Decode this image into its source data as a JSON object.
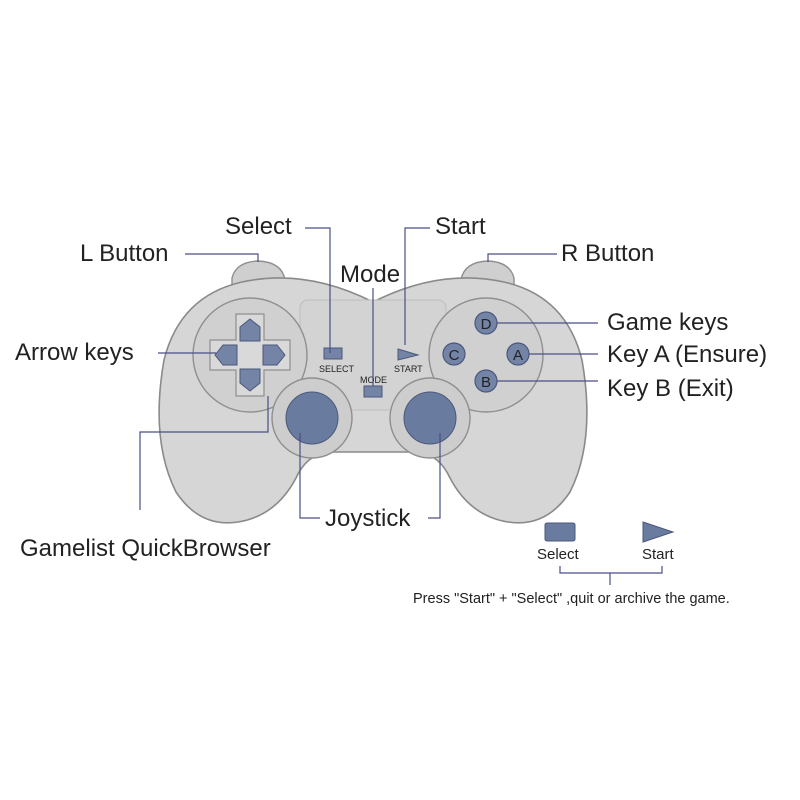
{
  "callouts": {
    "select": "Select",
    "start": "Start",
    "l_button": "L Button",
    "r_button": "R Button",
    "mode": "Mode",
    "game_keys": "Game keys",
    "arrow_keys": "Arrow keys",
    "key_a": "Key A (Ensure)",
    "key_b": "Key B (Exit)",
    "joystick": "Joystick",
    "gamelist": "Gamelist QuickBrowser"
  },
  "controller": {
    "select_label": "SELECT",
    "start_label": "START",
    "mode_label": "MODE",
    "buttons": {
      "top": "D",
      "left": "C",
      "right": "A",
      "bottom": "B"
    }
  },
  "legend": {
    "select": "Select",
    "start": "Start",
    "note": "Press \"Start\" + \"Select\" ,quit or archive the game."
  },
  "colors": {
    "body": "#d6d6d6",
    "button_blue": "#7384a6",
    "stick_blue": "#6a7ba0",
    "line": "#4a4f86"
  }
}
